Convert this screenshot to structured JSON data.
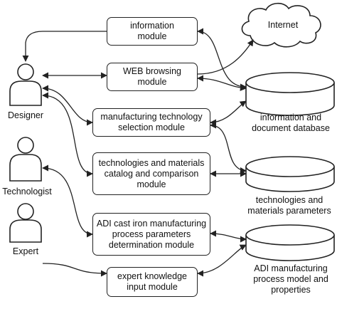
{
  "actors": {
    "designer": "Designer",
    "technologist": "Technologist",
    "expert": "Expert"
  },
  "modules": {
    "information": "information\nmodule",
    "web": "WEB browsing\nmodule",
    "mts": "manufacturing technology\nselection module",
    "catalog": "technologies and materials\ncatalog and comparison\nmodule",
    "adi": "ADI cast iron manufacturing\nprocess parameters\ndetermination module",
    "expert": "expert knowledge\ninput module"
  },
  "stores": {
    "internet": "Internet",
    "info_db": "information and\ndocument database",
    "tech_params": "technologies and\nmaterials parameters",
    "adi_model": "ADI manufacturing\nprocess model and\nproperties"
  }
}
